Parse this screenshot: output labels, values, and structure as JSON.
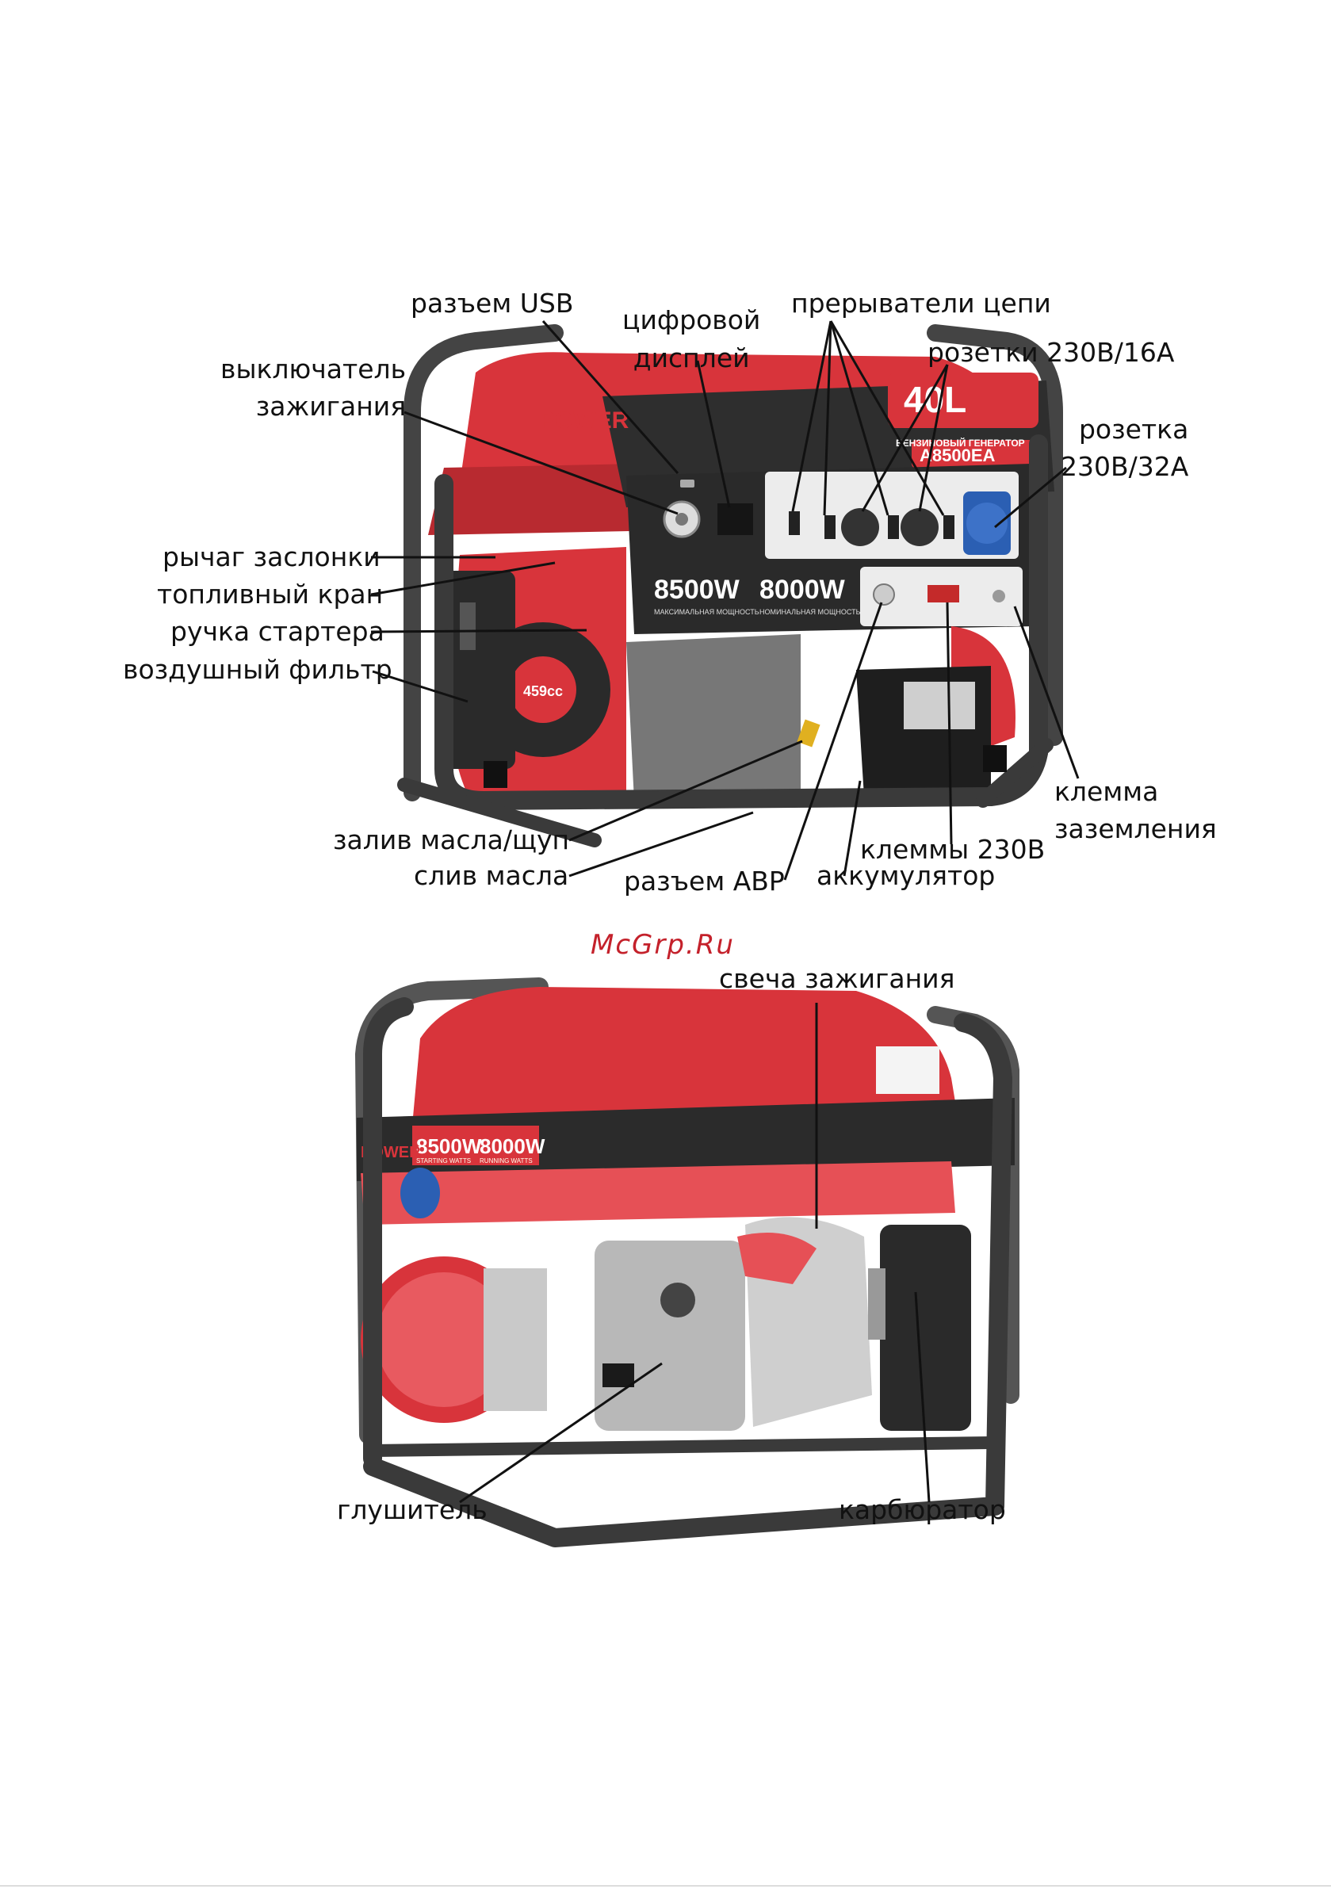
{
  "top_diagram": {
    "labels": {
      "usb": "разъем USB",
      "display": "цифровой\nдисплей",
      "breakers": "прерыватели цепи",
      "outlets16": "розетки 230В/16А",
      "ignition": "выключатель\nзажигания",
      "outlet32": "розетка\n230В/32А",
      "choke": "рычаг заслонки",
      "fuel_valve": "топливный кран",
      "starter": "ручка стартера",
      "air_filter": "воздушный фильтр",
      "ground": "клемма\nзаземления",
      "oil_fill": "залив масла/щуп",
      "oil_drain": "слив масла",
      "ats": "разъем АВР",
      "terminals": "клеммы 230В",
      "battery": "аккумулятор"
    },
    "panel_text": {
      "brand": "POWER",
      "tank": "40L",
      "model_line": "БЕНЗИНОВЫЙ ГЕНЕРАТОР",
      "model": "A8500EA",
      "max_power": "8500W",
      "max_caption": "МАКСИМАЛЬНАЯ МОЩНОСТЬ",
      "rated_power": "8000W",
      "rated_caption": "НОМИНАЛЬНАЯ МОЩНОСТЬ",
      "engine": "459cc"
    }
  },
  "watermark": "McGrp.Ru",
  "bottom_diagram": {
    "labels": {
      "spark_plug": "свеча зажигания",
      "muffler": "глушитель",
      "carburetor": "карбюратор"
    },
    "panel_text": {
      "brand": "POWER",
      "max_power": "8500W",
      "max_caption": "STARTING WATTS",
      "rated_power": "8000W",
      "rated_caption": "RUNNING WATTS"
    }
  },
  "colors": {
    "frame": "#3a3a3a",
    "red": "#d8343b",
    "blue": "#2b5fb3",
    "watermark": "#c4212b"
  }
}
